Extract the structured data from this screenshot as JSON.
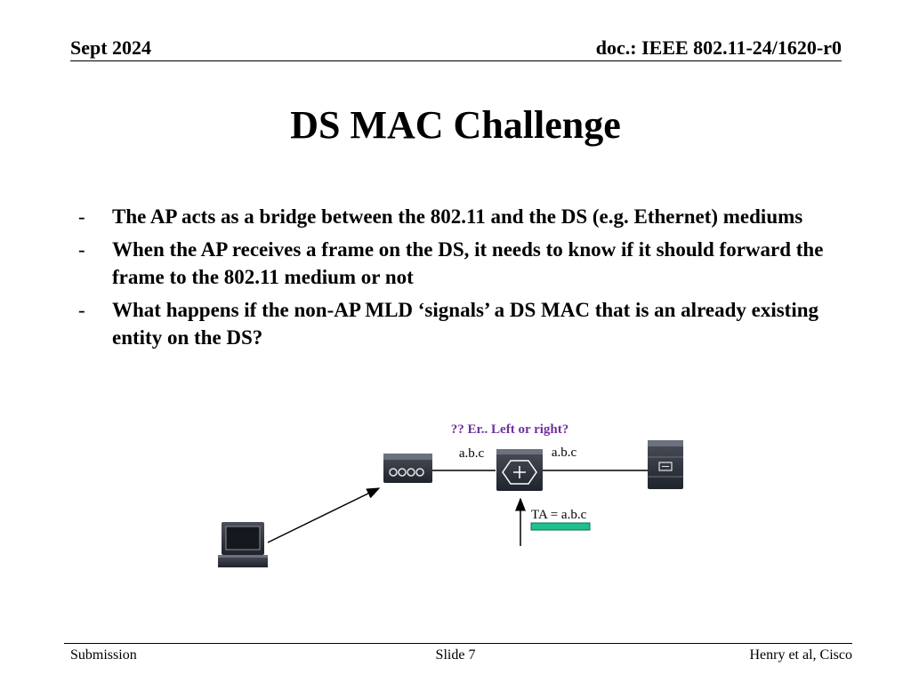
{
  "header": {
    "date": "Sept 2024",
    "doc_id": "doc.: IEEE 802.11-24/1620-r0"
  },
  "slide": {
    "title": "DS MAC Challenge",
    "bullets": [
      {
        "marker": "-",
        "text": "The AP acts as a bridge between the 802.11 and the DS (e.g. Ethernet) mediums"
      },
      {
        "marker": "-",
        "text": "When the AP receives a frame on the DS, it needs to know if it should forward the frame to the 802.11 medium or not"
      },
      {
        "marker": "-",
        "text": "What happens if the non-AP MLD ‘signals’ a DS MAC that is an already existing entity on the DS?"
      }
    ]
  },
  "diagram": {
    "question": "?? Er.. Left or right?",
    "left_mac": "a.b.c",
    "right_mac": "a.b.c",
    "ta_label": "TA = a.b.c",
    "question_color": "#7030a0",
    "frame_color": "#1fbf8f",
    "icons": [
      "laptop-icon",
      "access-point-icon",
      "switch-icon",
      "server-icon"
    ]
  },
  "footer": {
    "left": "Submission",
    "center": "Slide 7",
    "right": "Henry et al, Cisco"
  }
}
